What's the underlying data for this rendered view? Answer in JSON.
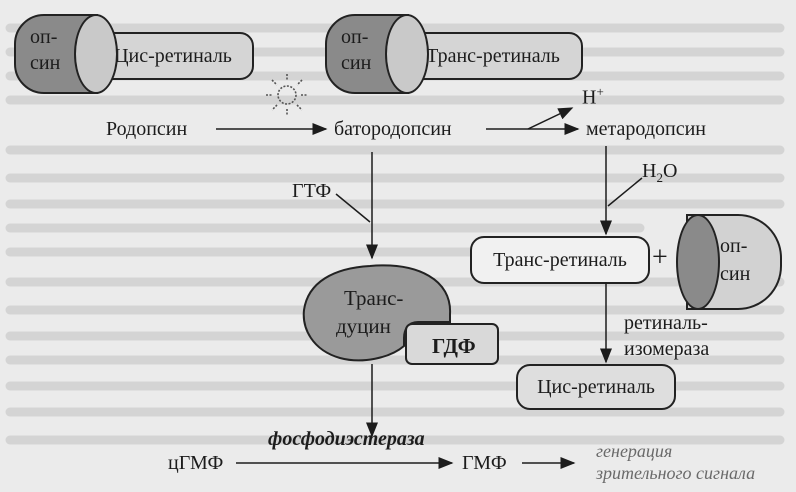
{
  "opsin_label_line1": "оп-",
  "opsin_label_line2": "син",
  "cis_retinal": "Цис-ретиналь",
  "trans_retinal": "Транс-ретиналь",
  "rhodopsin": "Родопсин",
  "bathorhodopsin": "батородопсин",
  "metarhodopsin": "метародопсин",
  "h_plus": "H",
  "h_plus_sup": "+",
  "water_h": "H",
  "water_sub": "2",
  "water_o": "O",
  "gtp": "ГТФ",
  "transducin_line1": "Транс-",
  "transducin_line2": "дуцин",
  "gdp": "ГДФ",
  "plus_sign": "+",
  "isomerase_line1": "ретиналь-",
  "isomerase_line2": "изомераза",
  "phosphodiesterase": "фосфодиэстераза",
  "cgmp": "цГМФ",
  "gmp": "ГМФ",
  "signal_line1": "генерация",
  "signal_line2": "зрительного сигнала",
  "colors": {
    "background": "#ebebeb",
    "opsin_body": "#8a8a8a",
    "opsin_cap": "#c9c9c9",
    "outline": "#222222"
  }
}
